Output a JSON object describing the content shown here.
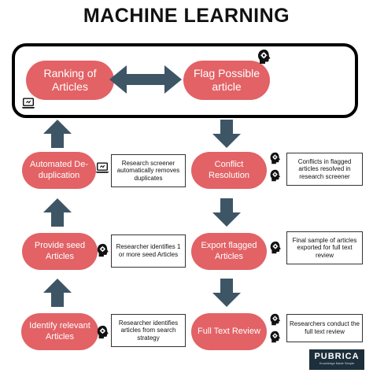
{
  "title": "MACHINE LEARNING",
  "nodes": {
    "ranking": "Ranking of Articles",
    "flag": "Flag Possible article",
    "dedup": "Automated De-duplication",
    "conflict": "Conflict Resolution",
    "seed": "Provide seed Articles",
    "export": "Export flagged Articles",
    "identify": "Identify relevant Articles",
    "fulltext": "Full Text Review"
  },
  "descriptions": {
    "dedup": "Research screener automatically removes duplicates",
    "conflict": "Conflicts in flagged articles resolved in research screener",
    "seed": "Researcher identifies 1 or more seed Articles",
    "export": "Final sample of articles exported for full text review",
    "identify": "Researcher identifies articles from search strategy",
    "fulltext": "Researchers conduct the full text review"
  },
  "brand": {
    "name": "PUBRICA",
    "tagline": "Knowledge Made Simple"
  },
  "colors": {
    "node": "#e26266",
    "arrow": "#3e5566",
    "frame": "#000000"
  },
  "icons": [
    "head-gear-icon",
    "laptop-icon"
  ]
}
